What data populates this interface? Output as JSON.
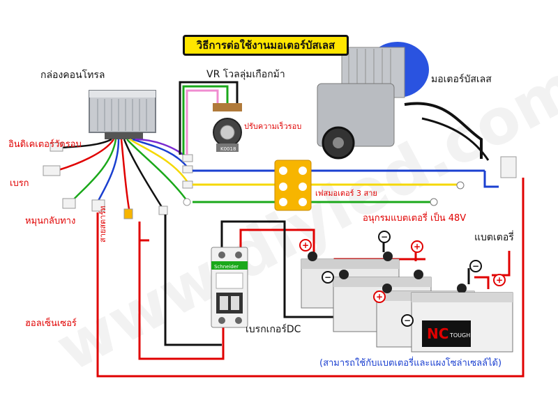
{
  "title": "วิธีการต่อใช้งานมอเตอร์บัสเลส",
  "watermark": "www.diyled.com",
  "labels": {
    "controller": "กล่องคอนโทรล",
    "vr": "VR โวลลุ่มเกือกม้า",
    "motor": "มอเตอร์บัสเลส",
    "speed_adjust": "ปรับความเร็วรอบ",
    "speed_indicator": "อินดิเคเตอร์วัดรอบ",
    "brake": "เบรก",
    "reverse": "หมุนกลับทาง",
    "key": "สายสตาร์ท",
    "hall_sensor": "ฮอลเซ็นเซอร์",
    "motor_phase": "เฟสมอเตอร์ 3 สาย",
    "battery_pack": "อนุกรมแบตเตอรี่ เป็น 48V",
    "battery": "แบตเตอรี่",
    "breaker": "เบรกเกอร์DC",
    "note": "(สามารถใช้กับแบตเตอรี่และแผงโซล่าเซลล์ได้)"
  },
  "vr_marking": "K0018",
  "breaker_brand": "Schneider",
  "battery_brand": "NC",
  "battery_model": "TOUGH",
  "signs": {
    "plus": "+",
    "minus": "−"
  },
  "colors": {
    "wire_red": "#e00000",
    "wire_blue": "#1a3fd0",
    "wire_yellow": "#f5d800",
    "wire_green": "#1aa81a",
    "wire_black": "#111111",
    "wire_pink": "#f08cd0",
    "connector": "#f7b500",
    "title_bg": "#ffe600"
  }
}
